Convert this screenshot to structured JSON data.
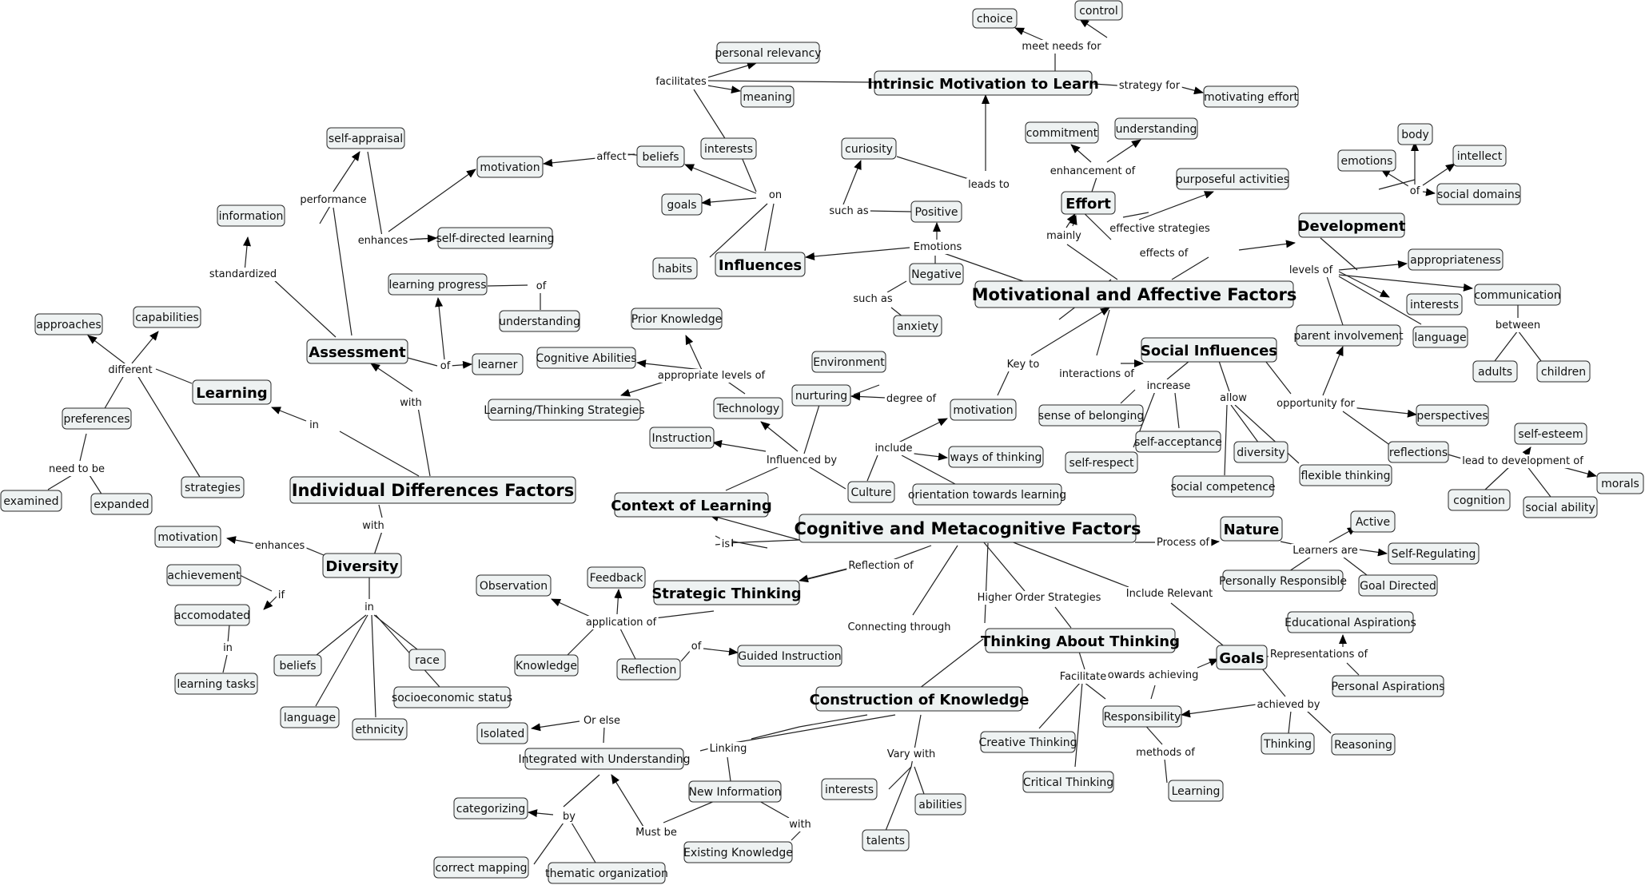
{
  "concepts": [
    {
      "id": "choice",
      "label": "choice"
    },
    {
      "id": "control",
      "label": "control"
    },
    {
      "id": "personal-relevancy",
      "label": "personal relevancy"
    },
    {
      "id": "meaning",
      "label": "meaning"
    },
    {
      "id": "intrinsic",
      "label": "Intrinsic Motivation to Learn"
    },
    {
      "id": "motivating-effort",
      "label": "motivating effort"
    },
    {
      "id": "self-appraisal",
      "label": "self-appraisal"
    },
    {
      "id": "motivation-top",
      "label": "motivation"
    },
    {
      "id": "beliefs-top",
      "label": "beliefs"
    },
    {
      "id": "interests-top",
      "label": "interests"
    },
    {
      "id": "curiosity",
      "label": "curiosity"
    },
    {
      "id": "commitment",
      "label": "commitment"
    },
    {
      "id": "understanding-top",
      "label": "understanding"
    },
    {
      "id": "body",
      "label": "body"
    },
    {
      "id": "emotions",
      "label": "emotions"
    },
    {
      "id": "intellect",
      "label": "intellect"
    },
    {
      "id": "social-domains",
      "label": "social domains"
    },
    {
      "id": "information",
      "label": "information"
    },
    {
      "id": "self-directed",
      "label": "self-directed learning"
    },
    {
      "id": "goals-top",
      "label": "goals"
    },
    {
      "id": "effort",
      "label": "Effort"
    },
    {
      "id": "purposeful",
      "label": "purposeful activities"
    },
    {
      "id": "positive",
      "label": "Positive"
    },
    {
      "id": "development",
      "label": "Development"
    },
    {
      "id": "habits",
      "label": "habits"
    },
    {
      "id": "influences",
      "label": "Influences"
    },
    {
      "id": "appropriateness",
      "label": "appropriateness"
    },
    {
      "id": "negative",
      "label": "Negative"
    },
    {
      "id": "motivational",
      "label": "Motivational and Affective Factors"
    },
    {
      "id": "learning-progress",
      "label": "learning progress"
    },
    {
      "id": "interests-dev",
      "label": "interests"
    },
    {
      "id": "communication",
      "label": "communication"
    },
    {
      "id": "approaches",
      "label": "approaches"
    },
    {
      "id": "capabilities",
      "label": "capabilities"
    },
    {
      "id": "understanding-mid",
      "label": "understanding"
    },
    {
      "id": "prior-knowledge",
      "label": "Prior Knowledge"
    },
    {
      "id": "anxiety",
      "label": "anxiety"
    },
    {
      "id": "parent-involvement",
      "label": "parent involvement"
    },
    {
      "id": "language-dev",
      "label": "language"
    },
    {
      "id": "assessment",
      "label": "Assessment"
    },
    {
      "id": "cognitive-abilities",
      "label": "Cognitive Abilities"
    },
    {
      "id": "learner",
      "label": "learner"
    },
    {
      "id": "environment",
      "label": "Environment"
    },
    {
      "id": "social-influences",
      "label": "Social Influences"
    },
    {
      "id": "adults",
      "label": "adults"
    },
    {
      "id": "children",
      "label": "children"
    },
    {
      "id": "learning",
      "label": "Learning"
    },
    {
      "id": "nurturing",
      "label": "nurturing"
    },
    {
      "id": "preferences",
      "label": "preferences"
    },
    {
      "id": "technology",
      "label": "Technology"
    },
    {
      "id": "learning-thinking",
      "label": "Learning/Thinking Strategies"
    },
    {
      "id": "motivation-mid",
      "label": "motivation"
    },
    {
      "id": "sense-belonging",
      "label": "sense of belonging"
    },
    {
      "id": "perspectives",
      "label": "perspectives"
    },
    {
      "id": "self-esteem",
      "label": "self-esteem"
    },
    {
      "id": "instruction",
      "label": "Instruction"
    },
    {
      "id": "self-acceptance",
      "label": "self-acceptance"
    },
    {
      "id": "reflections",
      "label": "reflections"
    },
    {
      "id": "ways-thinking",
      "label": "ways of thinking"
    },
    {
      "id": "diversity-small",
      "label": "diversity"
    },
    {
      "id": "self-respect",
      "label": "self-respect"
    },
    {
      "id": "flexible-thinking",
      "label": "flexible thinking"
    },
    {
      "id": "morals",
      "label": "morals"
    },
    {
      "id": "examined",
      "label": "examined"
    },
    {
      "id": "expanded",
      "label": "expanded"
    },
    {
      "id": "strategies",
      "label": "strategies"
    },
    {
      "id": "individual",
      "label": "Individual Differences Factors"
    },
    {
      "id": "social-competence",
      "label": "social competence"
    },
    {
      "id": "culture",
      "label": "Culture"
    },
    {
      "id": "orientation",
      "label": "orientation towards learning"
    },
    {
      "id": "cognition",
      "label": "cognition"
    },
    {
      "id": "social-ability",
      "label": "social ability"
    },
    {
      "id": "context",
      "label": "Context of Learning"
    },
    {
      "id": "active",
      "label": "Active"
    },
    {
      "id": "cognitive",
      "label": "Cognitive and Metacognitive Factors"
    },
    {
      "id": "nature",
      "label": "Nature"
    },
    {
      "id": "motivation-left",
      "label": "motivation"
    },
    {
      "id": "self-regulating",
      "label": "Self-Regulating"
    },
    {
      "id": "diversity",
      "label": "Diversity"
    },
    {
      "id": "achievement",
      "label": "achievement"
    },
    {
      "id": "personally-responsible",
      "label": "Personally Responsible"
    },
    {
      "id": "goal-directed",
      "label": "Goal Directed"
    },
    {
      "id": "feedback",
      "label": "Feedback"
    },
    {
      "id": "observation",
      "label": "Observation"
    },
    {
      "id": "strategic-thinking",
      "label": "Strategic Thinking"
    },
    {
      "id": "accomodated",
      "label": "accomodated"
    },
    {
      "id": "educational-aspirations",
      "label": "Educational Aspirations"
    },
    {
      "id": "thinking-about",
      "label": "Thinking About Thinking"
    },
    {
      "id": "knowledge",
      "label": "Knowledge"
    },
    {
      "id": "guided-instruction",
      "label": "Guided Instruction"
    },
    {
      "id": "goals",
      "label": "Goals"
    },
    {
      "id": "race",
      "label": "race"
    },
    {
      "id": "beliefs-low",
      "label": "beliefs"
    },
    {
      "id": "reflection",
      "label": "Reflection"
    },
    {
      "id": "learning-tasks",
      "label": "learning tasks"
    },
    {
      "id": "personal-aspirations",
      "label": "Personal Aspirations"
    },
    {
      "id": "socioeconomic",
      "label": "socioeconomic status"
    },
    {
      "id": "construction",
      "label": "Construction of Knowledge"
    },
    {
      "id": "language-low",
      "label": "language"
    },
    {
      "id": "responsibility",
      "label": "Responsibility"
    },
    {
      "id": "isolated",
      "label": "Isolated"
    },
    {
      "id": "ethnicity",
      "label": "ethnicity"
    },
    {
      "id": "creative-thinking",
      "label": "Creative Thinking"
    },
    {
      "id": "thinking",
      "label": "Thinking"
    },
    {
      "id": "reasoning",
      "label": "Reasoning"
    },
    {
      "id": "integrated",
      "label": "Integrated with Understanding"
    },
    {
      "id": "critical-thinking",
      "label": "Critical Thinking"
    },
    {
      "id": "new-information",
      "label": "New Information"
    },
    {
      "id": "interests-low",
      "label": "interests"
    },
    {
      "id": "abilities",
      "label": "abilities"
    },
    {
      "id": "learning-low",
      "label": "Learning"
    },
    {
      "id": "categorizing",
      "label": "categorizing"
    },
    {
      "id": "talents",
      "label": "talents"
    },
    {
      "id": "existing-knowledge",
      "label": "Existing Knowledge"
    },
    {
      "id": "correct-mapping",
      "label": "correct mapping"
    },
    {
      "id": "thematic",
      "label": "thematic organization"
    }
  ],
  "link_phrases": [
    {
      "id": "meet-needs-for",
      "label": "meet needs for"
    },
    {
      "id": "facilitates",
      "label": "facilitates"
    },
    {
      "id": "strategy-for",
      "label": "strategy for"
    },
    {
      "id": "performance",
      "label": "performance"
    },
    {
      "id": "affect",
      "label": "affect"
    },
    {
      "id": "leads-to",
      "label": "leads to"
    },
    {
      "id": "enhancement-of",
      "label": "enhancement of"
    },
    {
      "id": "of-dev",
      "label": "of"
    },
    {
      "id": "on",
      "label": "on"
    },
    {
      "id": "such-as-pos",
      "label": "such as"
    },
    {
      "id": "enhances-top",
      "label": "enhances"
    },
    {
      "id": "effective-strategies",
      "label": "effective strategies"
    },
    {
      "id": "mainly",
      "label": "mainly"
    },
    {
      "id": "emotions-link",
      "label": "Emotions"
    },
    {
      "id": "standardized",
      "label": "standardized"
    },
    {
      "id": "effects-of",
      "label": "effects of"
    },
    {
      "id": "levels-of",
      "label": "levels of"
    },
    {
      "id": "of-lp",
      "label": "of"
    },
    {
      "id": "such-as-neg",
      "label": "such as"
    },
    {
      "id": "different",
      "label": "different"
    },
    {
      "id": "between",
      "label": "between"
    },
    {
      "id": "of-learner",
      "label": "of"
    },
    {
      "id": "key-to",
      "label": "Key to"
    },
    {
      "id": "appropriate-levels",
      "label": "appropriate levels of"
    },
    {
      "id": "interactions-of",
      "label": "interactions of"
    },
    {
      "id": "increase",
      "label": "increase"
    },
    {
      "id": "degree-of",
      "label": "degree of"
    },
    {
      "id": "allow",
      "label": "allow"
    },
    {
      "id": "with-assess",
      "label": "with"
    },
    {
      "id": "opportunity-for",
      "label": "opportunity for"
    },
    {
      "id": "in-learning",
      "label": "in"
    },
    {
      "id": "need-to-be",
      "label": "need to be"
    },
    {
      "id": "include",
      "label": "include"
    },
    {
      "id": "lead-to-development",
      "label": "lead to development of"
    },
    {
      "id": "influenced-by",
      "label": "Influenced by"
    },
    {
      "id": "with-diversity",
      "label": "with"
    },
    {
      "id": "is",
      "label": "is"
    },
    {
      "id": "process-of",
      "label": "Process of"
    },
    {
      "id": "enhances-left",
      "label": "enhances"
    },
    {
      "id": "learners-are",
      "label": "Learners are"
    },
    {
      "id": "reflection-of",
      "label": "Reflection of"
    },
    {
      "id": "if",
      "label": "if"
    },
    {
      "id": "include-relevant",
      "label": "Include Relevant"
    },
    {
      "id": "higher-order",
      "label": "Higher Order Strategies"
    },
    {
      "id": "in-diversity",
      "label": "in"
    },
    {
      "id": "application-of",
      "label": "application of"
    },
    {
      "id": "connecting-through",
      "label": "Connecting through"
    },
    {
      "id": "of-guided",
      "label": "of"
    },
    {
      "id": "in-accom",
      "label": "in"
    },
    {
      "id": "representations-of",
      "label": "Representations of"
    },
    {
      "id": "towards-achieving",
      "label": "towards achieving"
    },
    {
      "id": "facilitate",
      "label": "Facilitate"
    },
    {
      "id": "achieved-by",
      "label": "achieved by"
    },
    {
      "id": "or-else",
      "label": "Or else"
    },
    {
      "id": "linking",
      "label": "Linking"
    },
    {
      "id": "vary-with",
      "label": "Vary with"
    },
    {
      "id": "methods-of",
      "label": "methods of"
    },
    {
      "id": "by",
      "label": "by"
    },
    {
      "id": "with-existing",
      "label": "with"
    },
    {
      "id": "must-be",
      "label": "Must be"
    }
  ]
}
